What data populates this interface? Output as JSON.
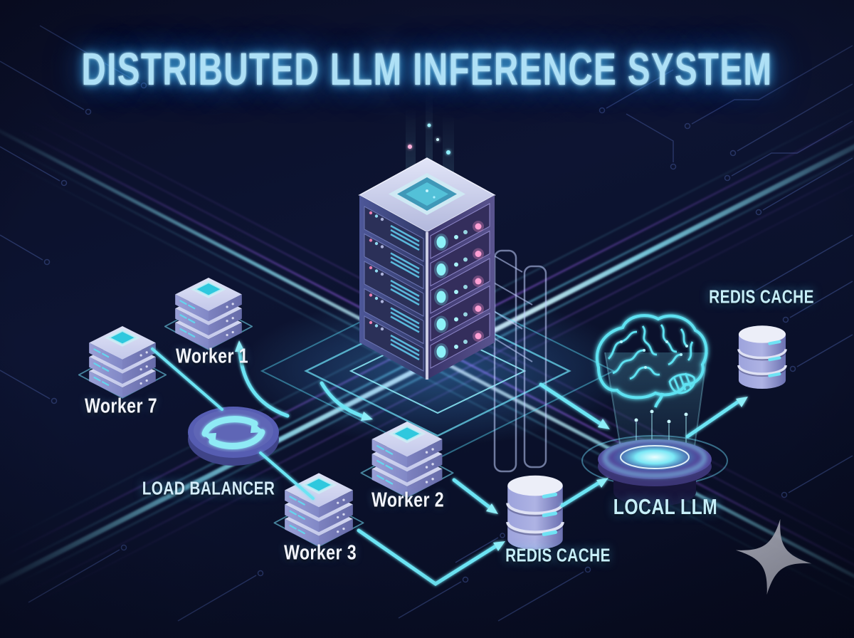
{
  "title": "DISTRIBUTED LLM INFERENCE SYSTEM",
  "nodes": {
    "worker1": {
      "label": "Worker 1"
    },
    "worker7": {
      "label": "Worker 7"
    },
    "worker2": {
      "label": "Worker 2"
    },
    "worker3": {
      "label": "Worker 3"
    },
    "load_balancer": {
      "label": "LOAD BALANCER"
    },
    "redis_cache_bottom": {
      "label": "REDIS CACHE"
    },
    "redis_cache_top": {
      "label": "REDIS CACHE"
    },
    "local_llm": {
      "label": "LOCAL LLM"
    }
  },
  "connections": [
    {
      "from": "load_balancer",
      "to": "worker1"
    },
    {
      "from": "worker7",
      "to": "load_balancer"
    },
    {
      "from": "load_balancer",
      "to": "worker3"
    },
    {
      "from": "inference_server",
      "to": "worker2"
    },
    {
      "from": "worker2",
      "to": "redis_cache_bottom"
    },
    {
      "from": "worker3",
      "to": "redis_cache_bottom"
    },
    {
      "from": "redis_cache_bottom",
      "to": "local_llm"
    },
    {
      "from": "inference_server",
      "to": "local_llm"
    },
    {
      "from": "local_llm",
      "to": "redis_cache_top"
    }
  ],
  "icons": [
    "central-server-tower-icon",
    "worker-server-stack-icon",
    "load-balancer-sync-icon",
    "redis-database-cylinder-icon",
    "brain-hologram-icon",
    "hologram-platform-icon",
    "sparkle-icon",
    "circuit-traces",
    "light-beams"
  ],
  "colors": {
    "background": "#0b102a",
    "title_text": "#aee0f6",
    "title_glow": "#45c3ff",
    "arrow_cyan": "#6ce4f4",
    "beam_purple": "#9a5cf0",
    "label_white": "#f2f4fc",
    "label_cyan": "#c6eef8",
    "screen_cyan": "#3fd0e6",
    "led_pink": "#ff9fd4"
  }
}
